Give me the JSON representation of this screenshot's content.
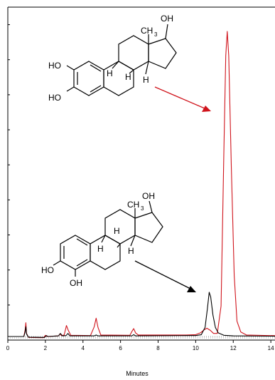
{
  "chart_data": {
    "type": "line",
    "xlabel": "Minutes",
    "ylabel": "",
    "xlim": [
      0,
      14.6
    ],
    "ylim": [
      0,
      100
    ],
    "x_ticks": [
      0,
      2,
      4,
      6,
      8,
      10,
      12,
      14
    ],
    "grid": false,
    "series": [
      {
        "color": "#d0141c",
        "points": [
          [
            0,
            0.0
          ],
          [
            0.85,
            0.0
          ],
          [
            0.92,
            2.0
          ],
          [
            0.96,
            4.5
          ],
          [
            1.0,
            1.0
          ],
          [
            1.1,
            -0.3
          ],
          [
            1.9,
            -0.4
          ],
          [
            2.0,
            0.4
          ],
          [
            2.1,
            0.0
          ],
          [
            2.7,
            0.2
          ],
          [
            2.78,
            0.9
          ],
          [
            2.85,
            0.3
          ],
          [
            3.0,
            0.5
          ],
          [
            3.12,
            3.6
          ],
          [
            3.22,
            2.0
          ],
          [
            3.35,
            0.4
          ],
          [
            4.4,
            0.3
          ],
          [
            4.6,
            3.2
          ],
          [
            4.7,
            6.0
          ],
          [
            4.8,
            3.0
          ],
          [
            4.95,
            0.5
          ],
          [
            6.5,
            0.4
          ],
          [
            6.62,
            1.8
          ],
          [
            6.7,
            2.6
          ],
          [
            6.8,
            1.2
          ],
          [
            6.95,
            0.5
          ],
          [
            9.5,
            0.5
          ],
          [
            10.0,
            0.6
          ],
          [
            10.25,
            1.2
          ],
          [
            10.45,
            2.2
          ],
          [
            10.6,
            2.7
          ],
          [
            10.78,
            2.0
          ],
          [
            10.95,
            1.0
          ],
          [
            11.15,
            1.0
          ],
          [
            11.35,
            10.0
          ],
          [
            11.5,
            60.0
          ],
          [
            11.6,
            92.0
          ],
          [
            11.68,
            100.0
          ],
          [
            11.76,
            92.0
          ],
          [
            11.9,
            55.0
          ],
          [
            12.05,
            20.0
          ],
          [
            12.2,
            5.0
          ],
          [
            12.4,
            1.5
          ],
          [
            12.7,
            0.5
          ],
          [
            14.6,
            0.2
          ]
        ]
      },
      {
        "color": "#000000",
        "points": [
          [
            0,
            0.0
          ],
          [
            0.85,
            0.0
          ],
          [
            0.92,
            1.4
          ],
          [
            0.96,
            3.2
          ],
          [
            1.0,
            0.8
          ],
          [
            1.1,
            -0.2
          ],
          [
            1.95,
            -0.3
          ],
          [
            2.05,
            0.3
          ],
          [
            2.15,
            0.0
          ],
          [
            2.7,
            0.2
          ],
          [
            2.8,
            1.0
          ],
          [
            2.9,
            0.2
          ],
          [
            3.1,
            0.3
          ],
          [
            3.2,
            1.0
          ],
          [
            3.3,
            0.2
          ],
          [
            4.6,
            0.2
          ],
          [
            4.7,
            0.5
          ],
          [
            4.8,
            0.2
          ],
          [
            6.6,
            0.2
          ],
          [
            6.7,
            0.6
          ],
          [
            6.8,
            0.2
          ],
          [
            9.5,
            0.3
          ],
          [
            10.0,
            0.3
          ],
          [
            10.3,
            0.6
          ],
          [
            10.5,
            3.0
          ],
          [
            10.62,
            9.0
          ],
          [
            10.72,
            14.5
          ],
          [
            10.8,
            13.0
          ],
          [
            10.92,
            7.0
          ],
          [
            11.05,
            3.0
          ],
          [
            11.2,
            1.2
          ],
          [
            11.5,
            0.4
          ],
          [
            12.0,
            0.2
          ],
          [
            14.6,
            0.1
          ]
        ]
      }
    ]
  },
  "structures": {
    "top": {
      "ho1": "HO",
      "ho2": "HO",
      "oh": "OH",
      "ch3": "CH",
      "ch3_sub": "3",
      "h1": "H",
      "h2": "H",
      "h3": "H"
    },
    "bottom": {
      "ho": "HO",
      "oh_ring": "OH",
      "oh": "OH",
      "ch3": "CH",
      "ch3_sub": "3",
      "h1": "H",
      "h2": "H",
      "h3": "H"
    }
  },
  "colors": {
    "red": "#d0141c",
    "black": "#000000",
    "baseline": "#888888"
  }
}
